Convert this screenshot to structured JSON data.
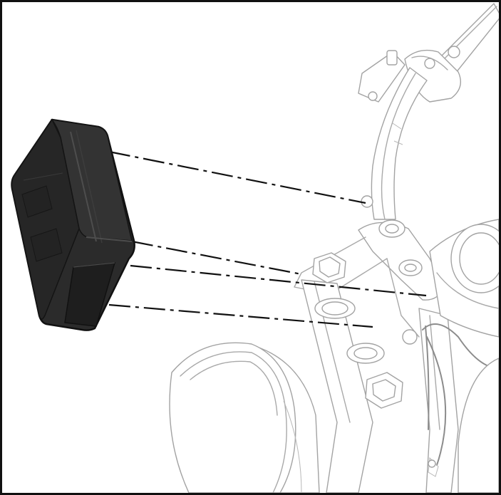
{
  "colors": {
    "frame_border": "#111111",
    "device_body": "#2b2b2b",
    "device_edge": "#111111",
    "device_highlight": "#4d4d4d",
    "line_art": "#a9a9a9",
    "leader_line": "#111111"
  },
  "parts": {
    "device": "black-rectangular-module",
    "assembly": "motorcycle-handlebar-headlight-assembly"
  },
  "leader_line_count": 4
}
